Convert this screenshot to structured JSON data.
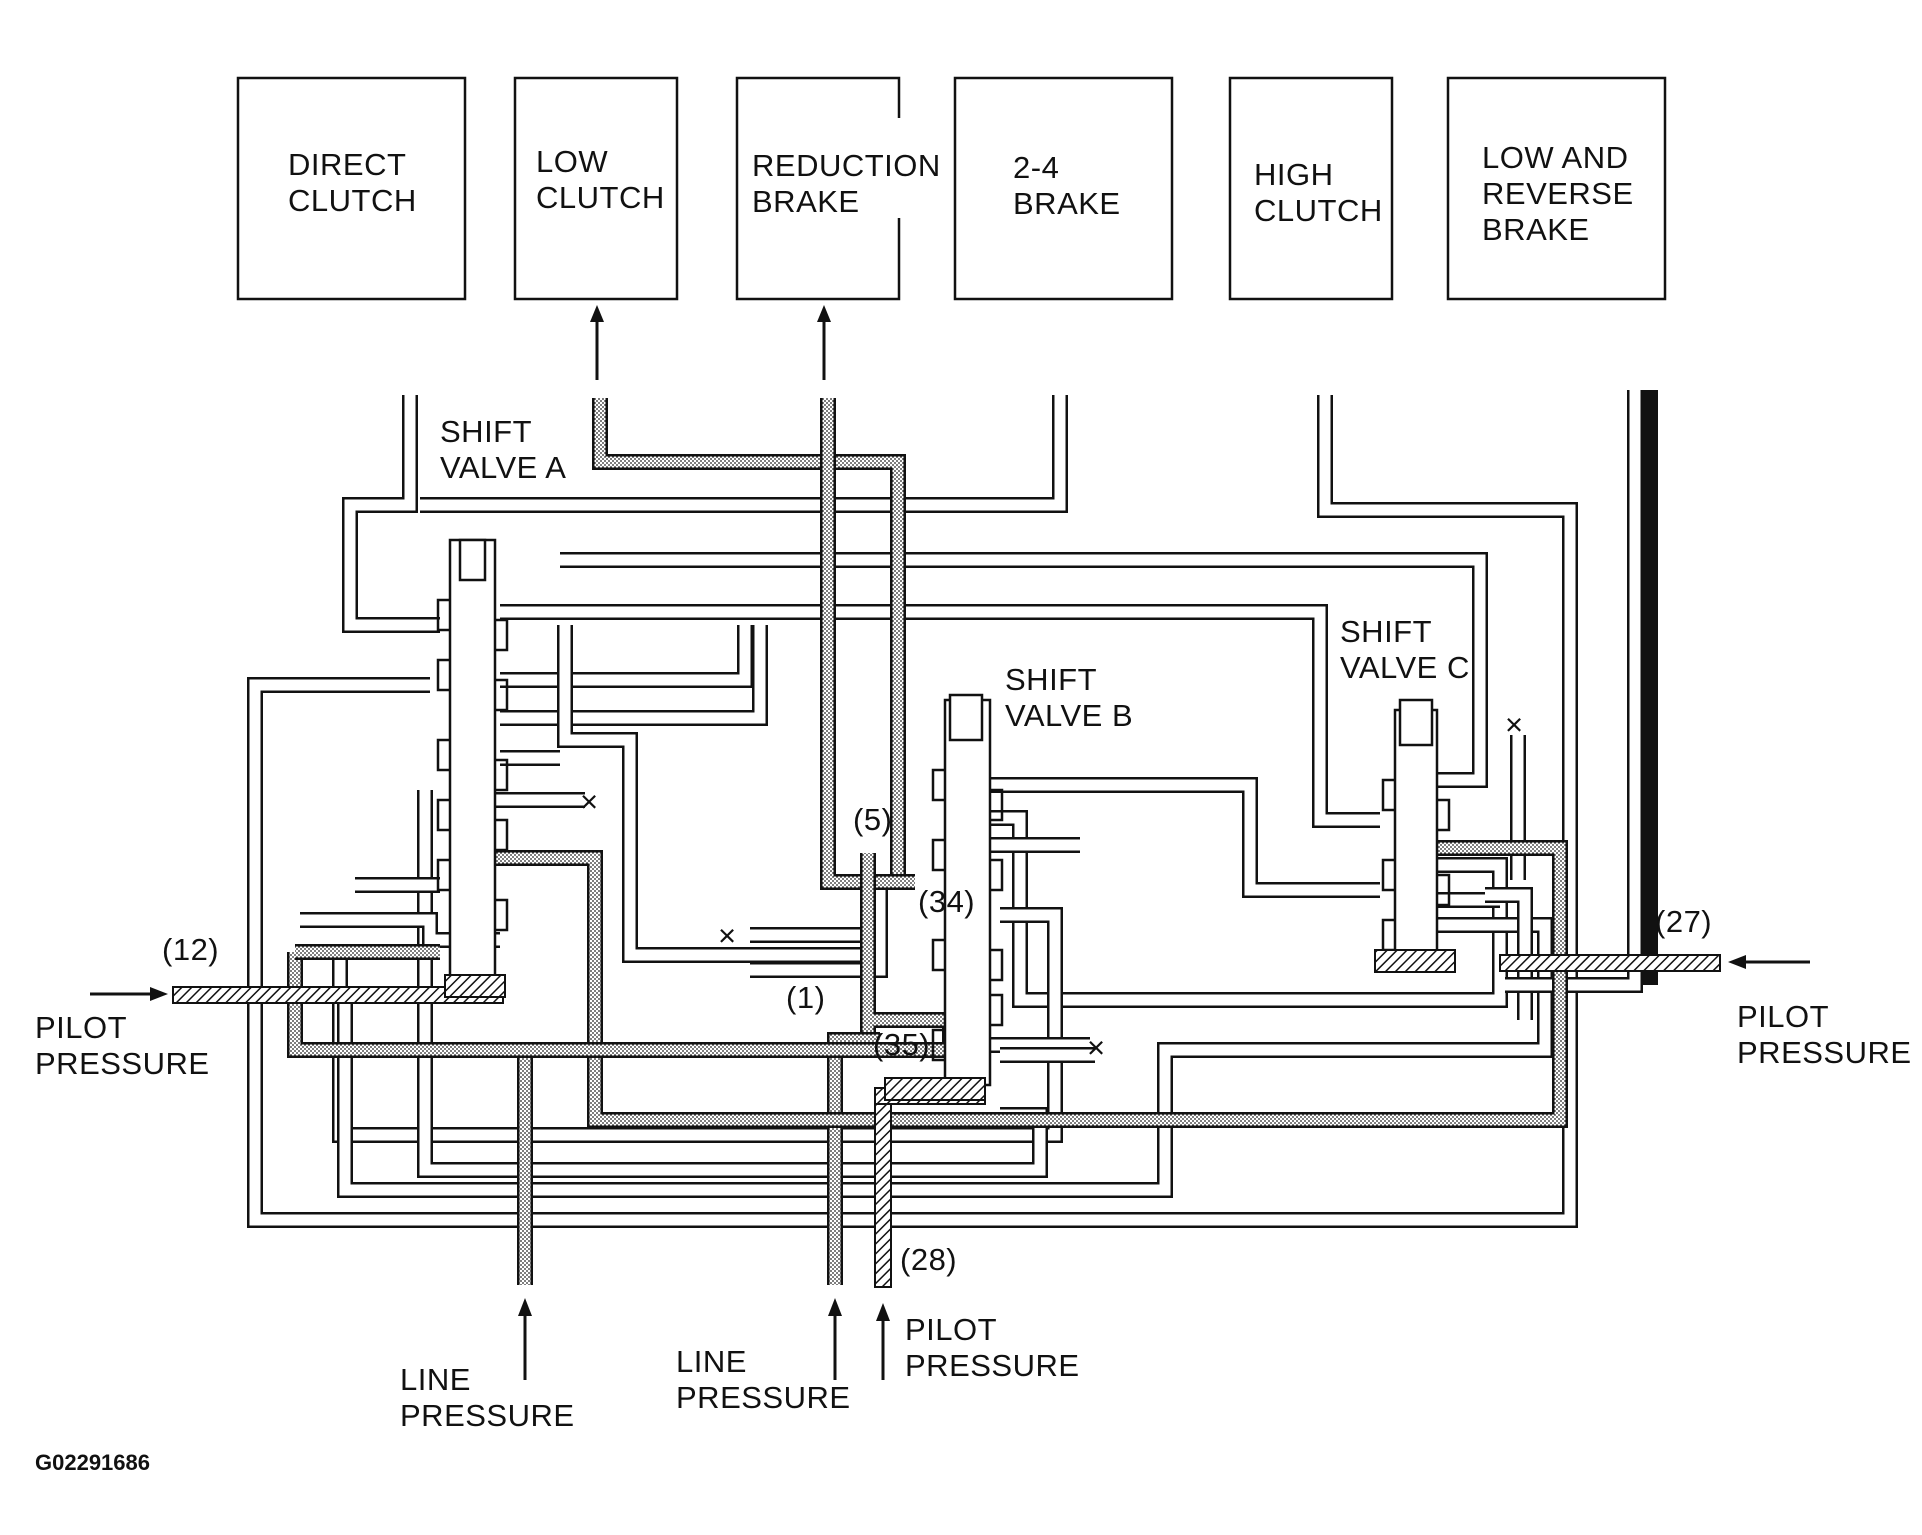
{
  "components": [
    {
      "id": "direct-clutch",
      "label": "DIRECT\nCLUTCH"
    },
    {
      "id": "low-clutch",
      "label": "LOW\nCLUTCH"
    },
    {
      "id": "reduction-brake",
      "label": "REDUCTION\nBRAKE"
    },
    {
      "id": "brake-2-4",
      "label": "2-4\nBRAKE"
    },
    {
      "id": "high-clutch",
      "label": "HIGH\nCLUTCH"
    },
    {
      "id": "low-reverse-brake",
      "label": "LOW AND\nREVERSE\nBRAKE"
    }
  ],
  "valves": {
    "shift_a": "SHIFT\nVALVE A",
    "shift_b": "SHIFT\nVALVE B",
    "shift_c": "SHIFT\nVALVE C"
  },
  "ports": {
    "p12": "(12)",
    "p27": "(27)",
    "p5": "(5)",
    "p34": "(34)",
    "p1": "(1)",
    "p35": "(35)",
    "p28": "(28)"
  },
  "inputs": {
    "pilot_left": "PILOT\nPRESSURE",
    "pilot_right": "PILOT\nPRESSURE",
    "line_1": "LINE\nPRESSURE",
    "line_2": "LINE\nPRESSURE",
    "pilot_bottom": "PILOT\nPRESSURE"
  },
  "drain_mark": "×",
  "figure_id": "G02291686"
}
